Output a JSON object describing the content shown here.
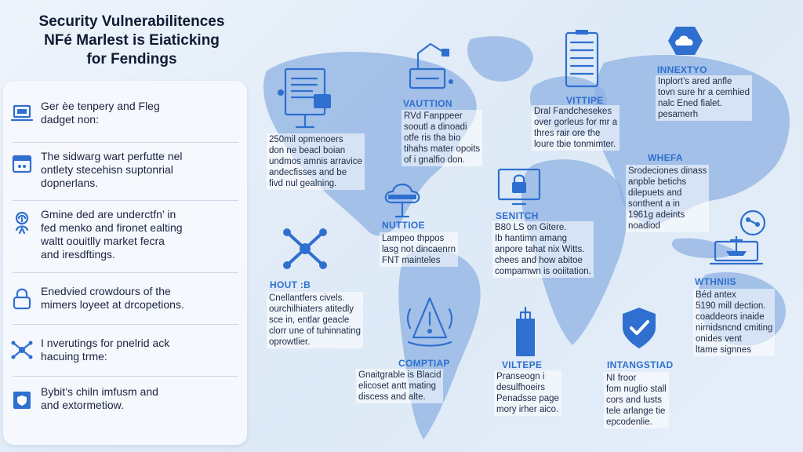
{
  "title": {
    "line1": "Security Vulnerabilitences",
    "line2": "NFé Marlest is Eiaticking",
    "line3": "for Fendings"
  },
  "sidebar": {
    "items": [
      {
        "icon": "laptop-icon",
        "lines": [
          "Ger èe tenpery and Fleg",
          "dadget non:"
        ]
      },
      {
        "icon": "calendar-icon",
        "lines": [
          "The sidwarg wart perfutte nel",
          "ontlety stecehisn suptonrial",
          "dopnerlans."
        ]
      },
      {
        "icon": "fingerprint-icon",
        "lines": [
          "Gmine ded are underctfn’ in",
          "fed menko and fironet ealting",
          "waltt oouitlly market fecra",
          "and iresdftings."
        ]
      },
      {
        "icon": "padlock-icon",
        "lines": [
          "Enedvied crowdours of the",
          "mimers loyeet at drcopetions."
        ]
      },
      {
        "icon": "network-icon",
        "lines": [
          "I nverutings for pnelrid ack",
          "hacuing trme:"
        ]
      },
      {
        "icon": "shield-folder-icon",
        "lines": [
          "Bybit’s chiln imfusm and",
          "and extormetiow."
        ]
      }
    ]
  },
  "callouts": [
    {
      "id": "document",
      "label": "",
      "icon": "document-monitor-icon",
      "lines": [
        "250mil opmenoers",
        "don ne beacl boian",
        "undmos amnis arravice",
        "andecfisses and be",
        "fivd nul gealning."
      ]
    },
    {
      "id": "vaution",
      "label": "VAUTTION",
      "icon": "robot-arm-icon",
      "lines": [
        "RVd Fanppeer",
        "sooutl a dinoadi",
        "otfe ris tha bio",
        "tihahs mater opoits",
        "of i gnalfio don."
      ]
    },
    {
      "id": "vittipe",
      "label": "VITTIPE",
      "icon": "server-rack-icon",
      "lines": [
        "Dral Fandchesekes",
        "over gorleus for mr a",
        "thres rair ore the",
        "loure tbie tonmimter."
      ]
    },
    {
      "id": "innextyo",
      "label": "INNEXTYO",
      "icon": "hexagon-cloud-icon",
      "lines": [
        "Inplort’s ared anfle",
        "tovn sure hr a cemhied",
        "nalc Ened fialet.",
        "pesamerh"
      ]
    },
    {
      "id": "nuttioe",
      "label": "NUTTIOE",
      "icon": "cloud-upload-icon",
      "lines": [
        "Lampeo thppos",
        "lasg not dincaenrn",
        "FNT mainteles"
      ]
    },
    {
      "id": "senitch",
      "label": "SENITCH",
      "icon": "monitor-lock-icon",
      "lines": [
        "B80 LS on Gitere.",
        "Ib hantimn amang",
        "anpore tahat nix Witts.",
        "chees and how abitoe",
        "compamwn is ooiitation."
      ]
    },
    {
      "id": "whefa",
      "label": "WHEFA",
      "icon": "",
      "lines": [
        "Srodeciones dinass",
        "anpble betichs",
        "dilepuets and",
        "sonthent a in",
        "1961g adeints",
        "noadiod"
      ]
    },
    {
      "id": "houts",
      "label": "HOUT :B",
      "icon": "drone-icon",
      "lines": [
        "Cnellantfers civels.",
        "ourchilhiaters atitedly",
        "sce in, entlar geacle",
        "clorr une of tuhinnating",
        "oprowtlier."
      ]
    },
    {
      "id": "withnis",
      "label": "WTHNIIS",
      "icon": "laptop-ship-icon",
      "lines": [
        "Béd antex",
        "5190 mill dection.",
        "coaddeors inaide",
        "nirnidsncnd cmiting",
        "onides vent",
        "ltame signnes"
      ]
    },
    {
      "id": "comptiap",
      "label": "COMPTIAP",
      "icon": "warning-bell-icon",
      "lines": [
        "Gnaitgrable is Blacid",
        "elicoset antt mating",
        "discess and alte."
      ]
    },
    {
      "id": "viltepe",
      "label": "VILTEPE",
      "icon": "tower-icon",
      "lines": [
        "Pranseogn i",
        "desulfhoeirs",
        "Penadsse page",
        "mory irher aico."
      ]
    },
    {
      "id": "infangstiad",
      "label": "INTANGSTIAD",
      "icon": "shield-check-icon",
      "lines": [
        "NI froor",
        "fom nuglio stall",
        "cors and lusts",
        "tele arlange tie",
        "epcodenlie."
      ]
    }
  ],
  "colors": {
    "accent": "#2f6fcf",
    "map": "#8fb2e3",
    "background": "#e6eff9"
  }
}
